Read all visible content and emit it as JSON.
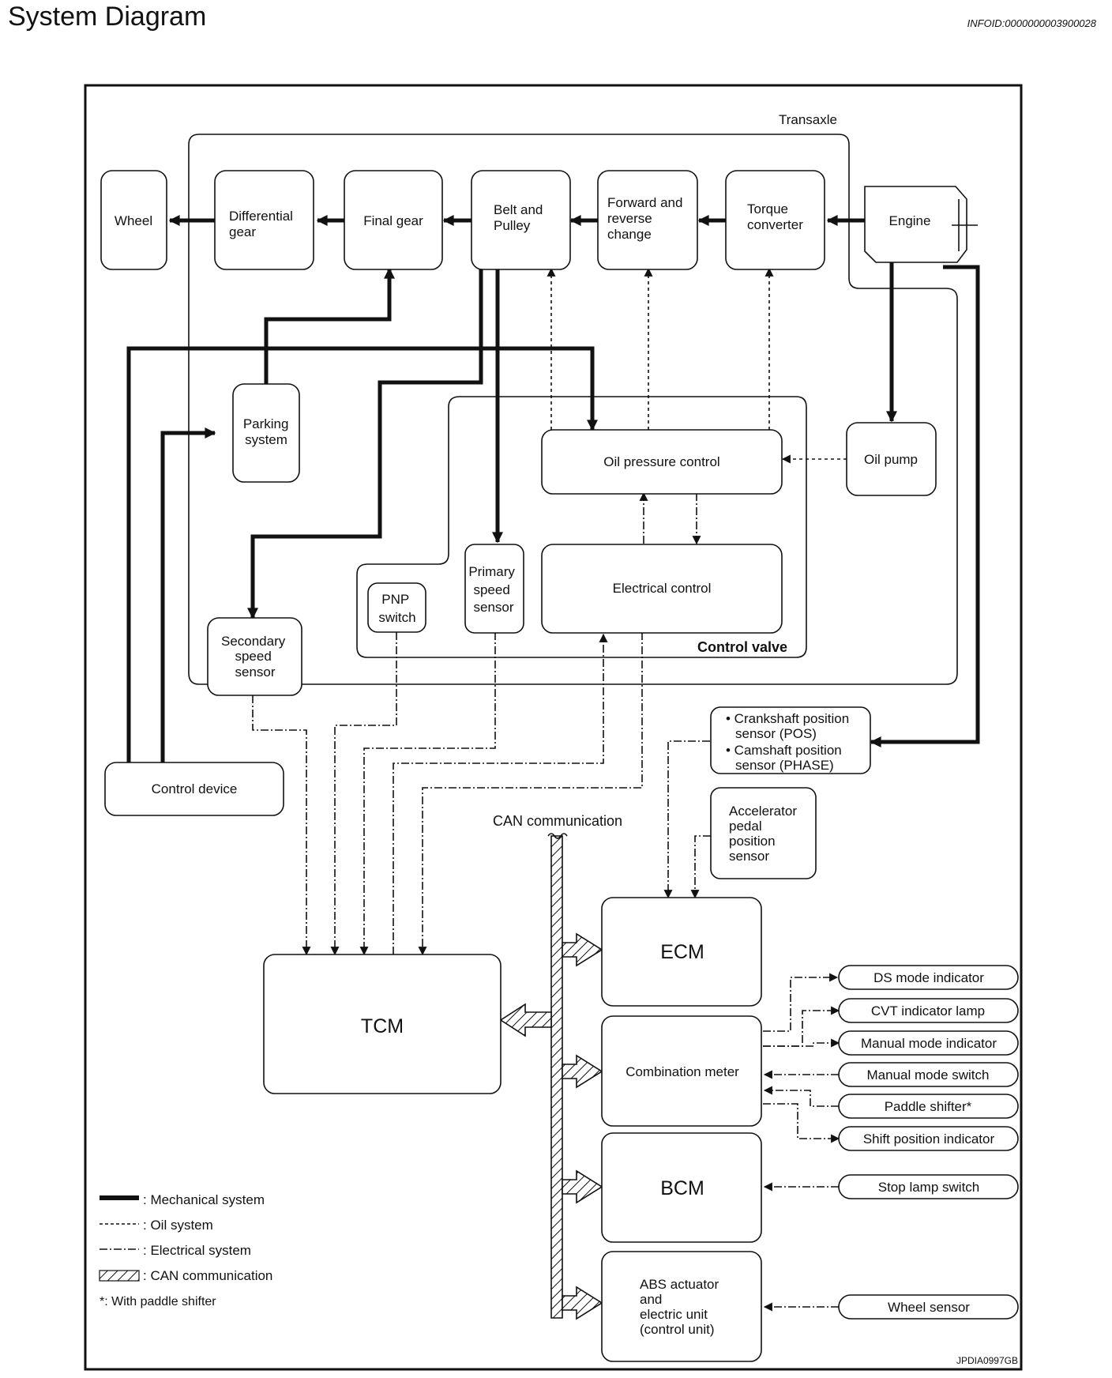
{
  "header": {
    "title": "System Diagram",
    "info_id": "INFOID:0000000003900028"
  },
  "image_code": "JPDIA0997GB",
  "containers": {
    "transaxle": "Transaxle",
    "control_valve": "Control valve",
    "can_communication": "CAN communication"
  },
  "blocks": {
    "wheel": [
      "Wheel"
    ],
    "differential_gear": [
      "Differential",
      "gear"
    ],
    "final_gear": [
      "Final gear"
    ],
    "belt_and_pulley": [
      "Belt and",
      "Pulley"
    ],
    "forward_reverse": [
      "Forward and",
      "reverse",
      "change"
    ],
    "torque_converter": [
      "Torque",
      "converter"
    ],
    "engine": [
      "Engine"
    ],
    "parking_system": [
      "Parking",
      "system"
    ],
    "oil_pressure_control": [
      "Oil pressure control"
    ],
    "oil_pump": [
      "Oil pump"
    ],
    "pnp_switch": [
      "PNP",
      "switch"
    ],
    "primary_speed_sensor": [
      "Primary",
      "speed",
      "sensor"
    ],
    "electrical_control": [
      "Electrical control"
    ],
    "secondary_speed_sensor": [
      "Secondary",
      "speed",
      "sensor"
    ],
    "control_device": [
      "Control device"
    ],
    "crank_cam_sensor": [
      "• Crankshaft position",
      "sensor (POS)",
      "• Camshaft position",
      "sensor (PHASE)"
    ],
    "accelerator_sensor": [
      "Accelerator",
      "pedal",
      "position",
      "sensor"
    ],
    "ecm": [
      "ECM"
    ],
    "tcm": [
      "TCM"
    ],
    "combination_meter": [
      "Combination meter"
    ],
    "bcm": [
      "BCM"
    ],
    "abs_actuator": [
      "ABS actuator",
      "and",
      "electric unit",
      "(control unit)"
    ]
  },
  "indicators": {
    "ds_mode_indicator": "DS mode indicator",
    "cvt_indicator_lamp": "CVT indicator lamp",
    "manual_mode_indicator": "Manual mode indicator",
    "manual_mode_switch": "Manual mode switch",
    "paddle_shifter": "Paddle shifter*",
    "shift_position_indicator": "Shift position indicator",
    "stop_lamp_switch": "Stop lamp switch",
    "wheel_sensor": "Wheel sensor"
  },
  "legend": {
    "mechanical": ": Mechanical system",
    "oil": ": Oil system",
    "electrical": ": Electrical system",
    "can": ": CAN communication",
    "note": "*: With paddle shifter"
  }
}
